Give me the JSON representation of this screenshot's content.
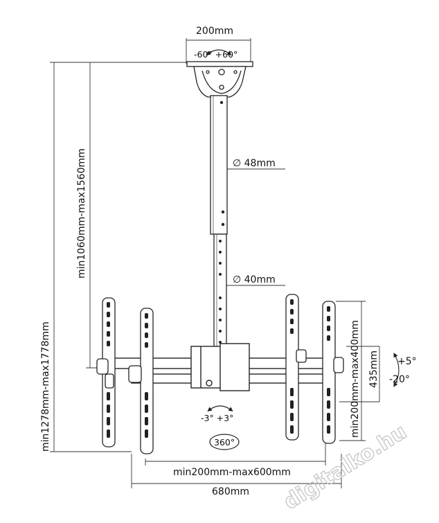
{
  "dimensions": {
    "top_width": "200mm",
    "top_tilt": "-60° +60°",
    "pole_upper_diameter": "∅ 48mm",
    "pole_lower_diameter": "∅ 40mm",
    "total_height": "min1278mm-max1778mm",
    "pole_height": "min1060mm-max1560mm",
    "bracket_spacing": "min200mm-max400mm",
    "bracket_height": "435mm",
    "vertical_tilt_up": "+5°",
    "vertical_tilt_down": "-20°",
    "swivel": "-3° +3°",
    "rotation": "360°",
    "horizontal_spacing": "min200mm-max600mm",
    "total_width": "680mm"
  },
  "watermark": "digitalko.hu",
  "colors": {
    "line": "#222222",
    "dim": "#333333",
    "watermark": "#c9c9c9"
  }
}
